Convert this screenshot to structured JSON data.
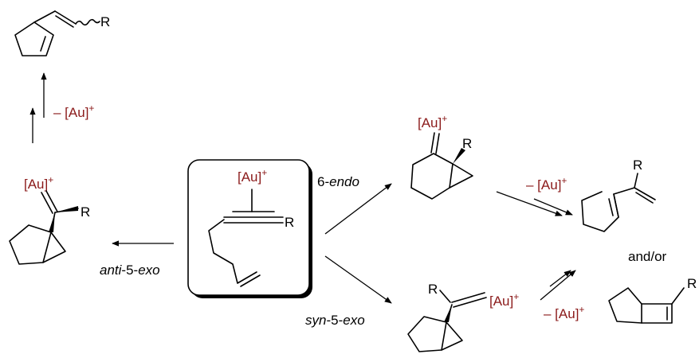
{
  "colors": {
    "gold_label": "#8b1a1a",
    "ink": "#000000",
    "background": "#ffffff"
  },
  "labels": {
    "substituent": "R",
    "gold": "[Au]",
    "plus": "+",
    "loss_gold": "– [Au]"
  },
  "pathways": {
    "endo_prefix": "6-",
    "endo_word": "endo",
    "anti_prefix": "anti",
    "anti_suffix": "-5-",
    "anti_word": "exo",
    "syn_prefix": "syn",
    "syn_suffix": "-5-",
    "syn_word": "exo"
  },
  "conjunction": "and/or"
}
